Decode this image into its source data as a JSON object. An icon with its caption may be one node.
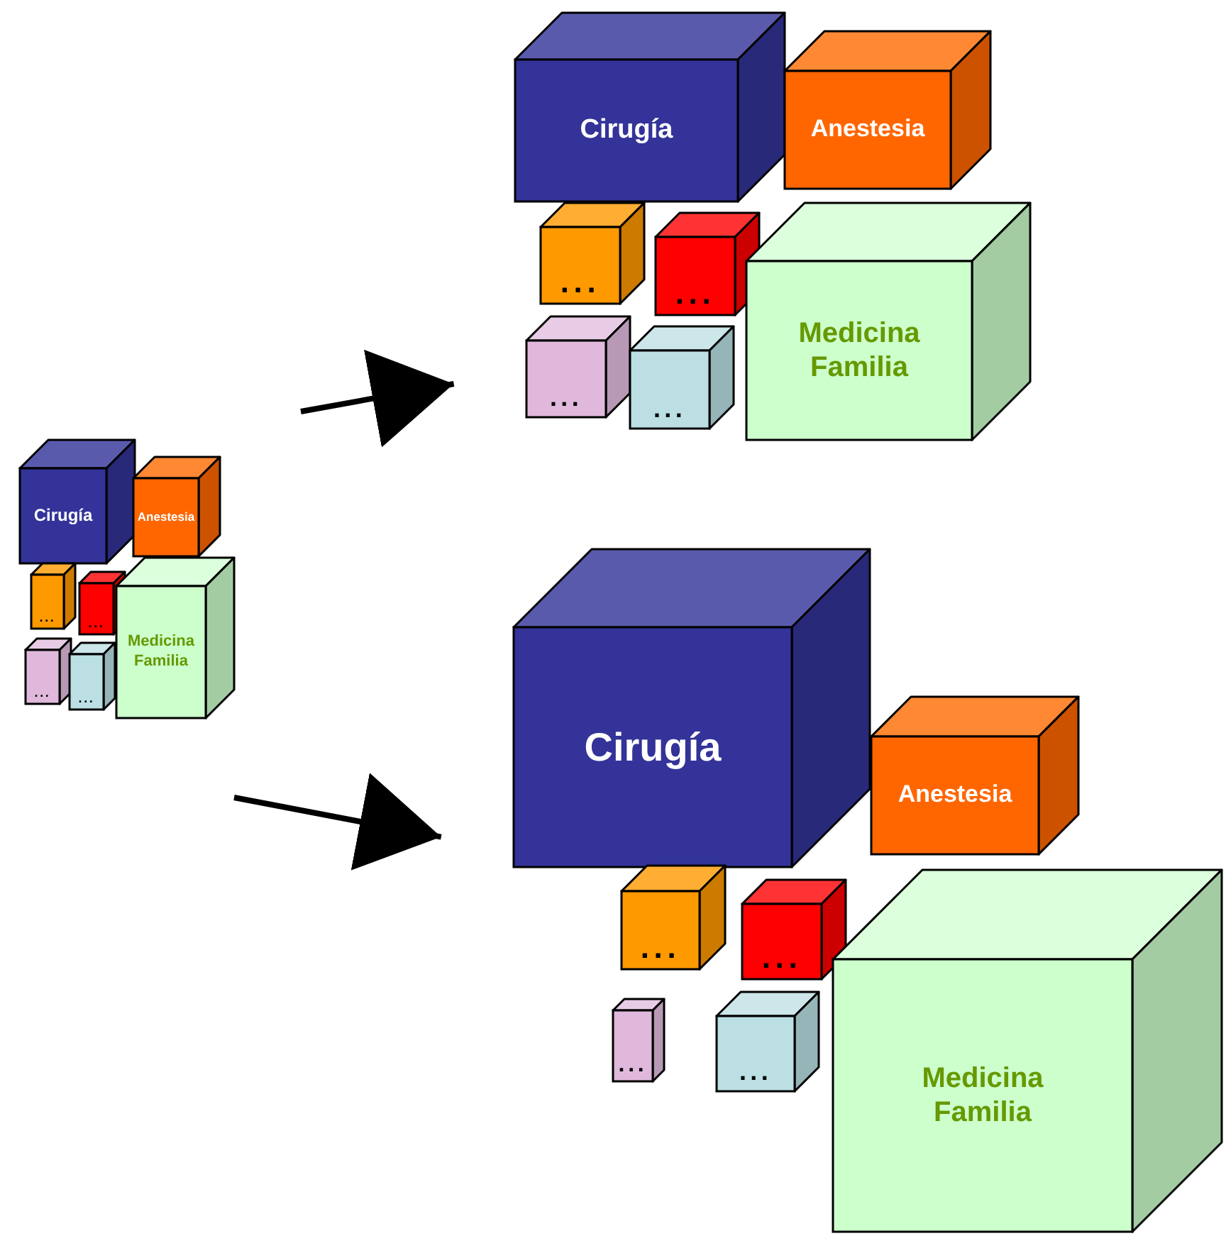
{
  "diagram": {
    "nodes": [
      {
        "text": [
          "Cirugía"
        ]
      },
      {
        "text": [
          "Anestesia"
        ]
      },
      {
        "text": [
          "..."
        ]
      },
      {
        "text": [
          "..."
        ]
      },
      {
        "text": [
          "Medicina Familia"
        ]
      },
      {
        "text": [
          "..."
        ]
      },
      {
        "text": [
          "..."
        ]
      },
      {
        "text": [
          "Cirugía"
        ]
      },
      {
        "text": [
          "Anestesia"
        ]
      },
      {
        "text": [
          "..."
        ]
      },
      {
        "text": [
          "..."
        ]
      },
      {
        "text": [
          "Medicina Familia"
        ]
      },
      {
        "text": [
          "..."
        ]
      },
      {
        "text": [
          "..."
        ]
      },
      {
        "text": [
          "Cirugía"
        ]
      },
      {
        "text": [
          "Anestesia"
        ]
      },
      {
        "text": [
          "..."
        ]
      },
      {
        "text": [
          "..."
        ]
      },
      {
        "text": [
          "Medicina Familia"
        ]
      },
      {
        "text": [
          "..."
        ]
      },
      {
        "text": [
          "..."
        ]
      }
    ],
    "edges": [
      {
        "from": null,
        "to": 12,
        "arrow": "to"
      },
      {
        "from": null,
        "to": 14,
        "arrow": "to"
      }
    ]
  }
}
